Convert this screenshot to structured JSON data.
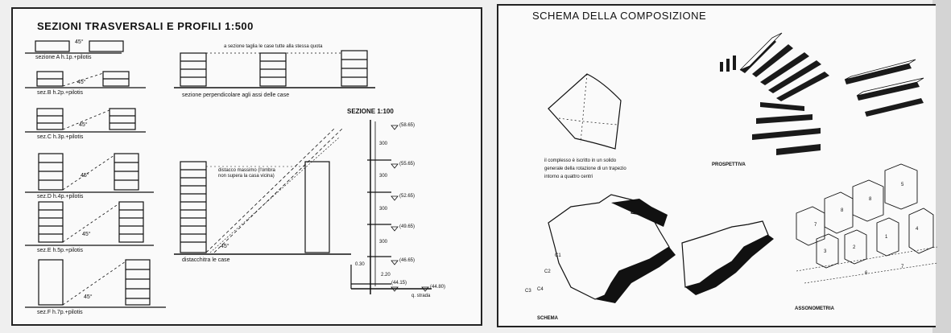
{
  "left": {
    "title": "SEZIONI TRASVERSALI E PROFILI  1:500",
    "angle": "45°",
    "section_labels": [
      "sezione A  h.1p.+pilotis",
      "sez.B  h.2p.+pilotis",
      "sez.C  h.3p.+pilotis",
      "sez.D  h.4p.+pilotis",
      "sez.E  h.5p.+pilotis",
      "sez.F  h.7p.+pilotis"
    ],
    "top_note": "a sezione taglia le case tutte alla stessa quota",
    "perpendicular_caption": "sezione perpendicolare agli assi delle case",
    "distance_note": "distacco massimo (l'ombra non supera la casa vicina)",
    "detach_caption": "distacchitra le case",
    "section100_title": "SEZIONE 1:100",
    "heights": [
      "300",
      "300",
      "300",
      "300"
    ],
    "spacer_labels": [
      "0.30",
      "2.20"
    ],
    "levels": [
      "(58.65)",
      "(55.65)",
      "(52.65)",
      "(49.65)",
      "(46.65)",
      "(44.15)",
      "(44.80)"
    ],
    "street_label": "q. strada"
  },
  "right": {
    "title": "SCHEMA DELLA COMPOSIZIONE",
    "solid_note": [
      "il complesso è iscritto in un solido",
      "generale della rotazione di un trapezio",
      "intorno a quattro centri"
    ],
    "perspective_caption": "PROSPETTIVA",
    "scheme_caption": "SCHEMA",
    "axonometry_caption": "ASSONOMETRIA",
    "centers": [
      "C1",
      "C2",
      "C3",
      "C4"
    ],
    "axo_numbers": [
      "7",
      "8",
      "8",
      "5",
      "3",
      "2",
      "1",
      "4",
      "6",
      "7"
    ]
  }
}
